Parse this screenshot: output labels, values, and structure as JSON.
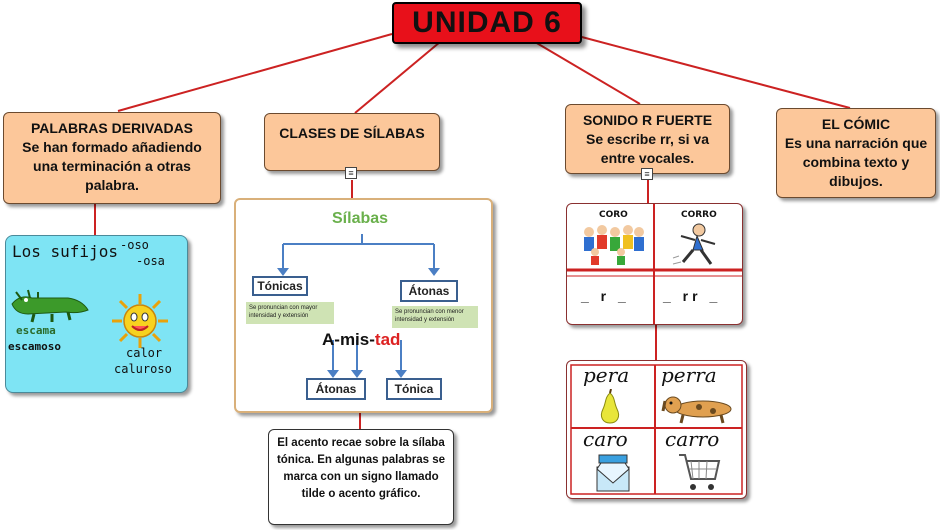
{
  "title": "UNIDAD 6",
  "boxes": {
    "derivadas": {
      "heading": "PALABRAS DERIVADAS",
      "text": "Se han formado añadiendo una terminación a otras palabra."
    },
    "silabas": {
      "heading": "CLASES DE SÍLABAS"
    },
    "r_fuerte": {
      "heading": "SONIDO R FUERTE",
      "text": "Se escribe rr, si va entre vocales."
    },
    "comic": {
      "heading": "EL CÓMIC",
      "text": "Es una narración que combina texto y dibujos."
    },
    "acento": {
      "text": "El acento recae sobre la sílaba tónica. En algunas palabras se marca con un signo llamado tilde o acento gráfico."
    }
  },
  "sufijos": {
    "title": "Los sufijos",
    "suffix1": "-oso",
    "suffix2": "-osa",
    "word1": "escama",
    "word2": "escamoso",
    "word3": "calor",
    "word4": "caluroso"
  },
  "silabas_diagram": {
    "root": "Sílabas",
    "tonicas": "Tónicas",
    "atonas": "Átonas",
    "tonicas_desc": "Se pronuncian con mayor intensidad y extensión",
    "atonas_desc": "Se pronuncian con menor intensidad y extensión",
    "word_a": "A-mis-",
    "word_b": "tad",
    "atonas2": "Átonas",
    "tonica2": "Tónica"
  },
  "coro_card": {
    "coro": "CORO",
    "corro": "CORRO",
    "pattern1": "_ r _",
    "pattern2": "_ rr _"
  },
  "pera_card": {
    "pera": "pera",
    "perra": "perra",
    "caro": "caro",
    "carro": "carro"
  },
  "colors": {
    "title_red": "#e8101a",
    "peach": "#fcc79a",
    "connector": "#cc2222",
    "cyan": "#7ee4f4",
    "blue_arrow": "#4b7fc4",
    "green_label": "#6ab04c"
  }
}
